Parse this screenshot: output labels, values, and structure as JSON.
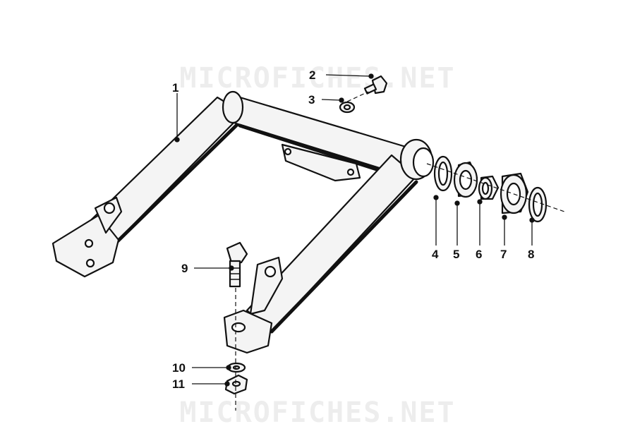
{
  "watermark": {
    "top_text": "MICROFICHES.NET",
    "bottom_text": "MICROFICHES.NET"
  },
  "callouts": [
    {
      "id": "1",
      "label": "1"
    },
    {
      "id": "2",
      "label": "2"
    },
    {
      "id": "3",
      "label": "3"
    },
    {
      "id": "4",
      "label": "4"
    },
    {
      "id": "5",
      "label": "5"
    },
    {
      "id": "6",
      "label": "6"
    },
    {
      "id": "7",
      "label": "7"
    },
    {
      "id": "8",
      "label": "8"
    },
    {
      "id": "9",
      "label": "9"
    },
    {
      "id": "10",
      "label": "10"
    },
    {
      "id": "11",
      "label": "11"
    }
  ],
  "colors": {
    "ink": "#111111",
    "part_fill": "#f4f4f4",
    "watermark": "#ededed"
  }
}
